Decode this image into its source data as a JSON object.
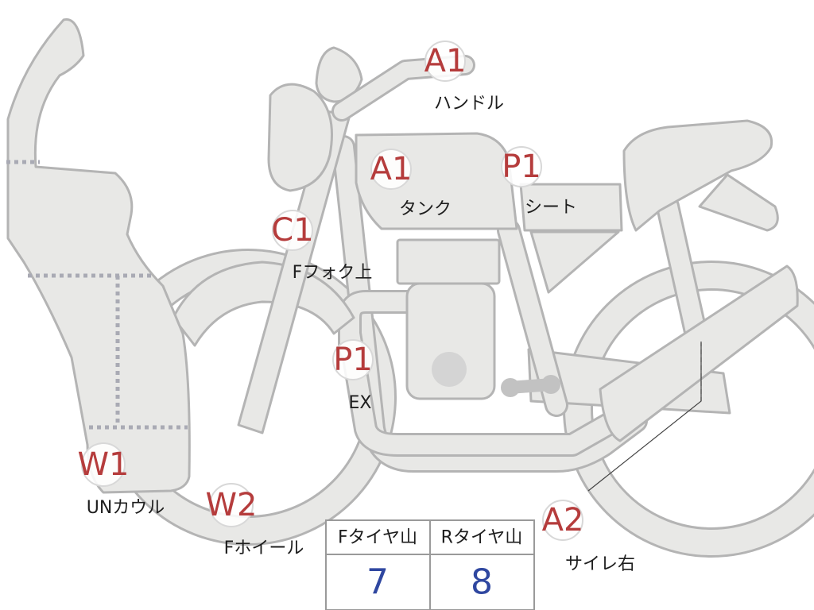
{
  "parts": [
    {
      "id": "handle",
      "code": "A1",
      "label": "ハンドル"
    },
    {
      "id": "tank",
      "code": "A1",
      "label": "タンク"
    },
    {
      "id": "seat",
      "code": "P1",
      "label": "シート"
    },
    {
      "id": "fork",
      "code": "C1",
      "label": "Fフォク上"
    },
    {
      "id": "exhaust",
      "code": "P1",
      "label": "EX"
    },
    {
      "id": "cowl",
      "code": "W1",
      "label": "UNカウル"
    },
    {
      "id": "front-wheel",
      "code": "W2",
      "label": "Fホイール"
    },
    {
      "id": "silencer",
      "code": "A2",
      "label": "サイレ右"
    }
  ],
  "tire_table": {
    "front_header": "Fタイヤ山",
    "rear_header": "Rタイヤ山",
    "front_value": "7",
    "rear_value": "8"
  },
  "colors": {
    "part_fill": "#e8e8e6",
    "part_outline": "#b4b4b4",
    "code_text": "#b53c3c",
    "table_value": "#2f47a0"
  }
}
